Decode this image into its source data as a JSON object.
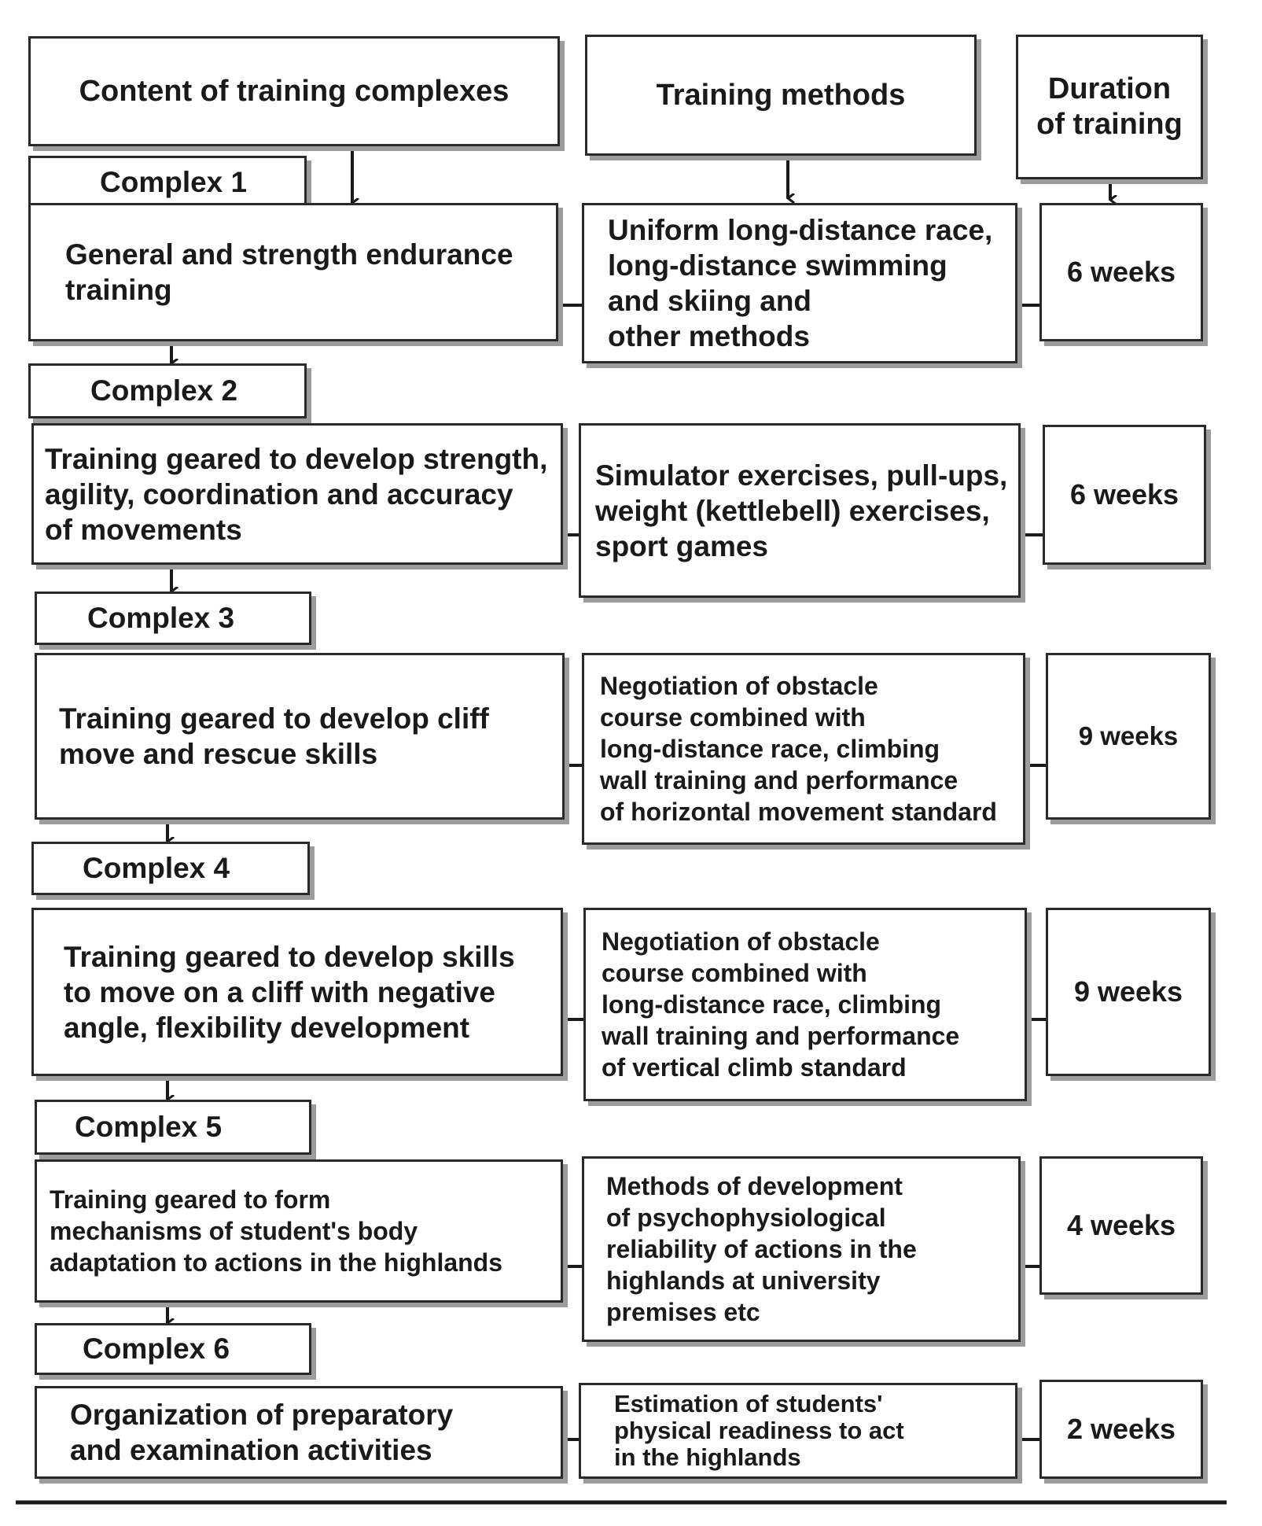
{
  "headers": {
    "content": "Content of training complexes",
    "methods": "Training methods",
    "duration": "Duration\nof training"
  },
  "complexes": [
    {
      "label": "Complex 1",
      "content": "General and strength endurance\ntraining",
      "methods": "Uniform long-distance race,\nlong-distance swimming\nand skiing and\nother methods",
      "duration": "6 weeks"
    },
    {
      "label": "Complex 2",
      "content": "Training geared to develop strength,\nagility, coordination and accuracy\nof movements",
      "methods": "Simulator exercises, pull-ups,\nweight (kettlebell)  exercises,\nsport games",
      "duration": "6 weeks"
    },
    {
      "label": "Complex 3",
      "content": "Training geared to develop cliff\nmove and rescue skills",
      "methods": "Negotiation of obstacle\ncourse combined with\nlong-distance race, climbing\nwall training and performance\nof horizontal movement standard",
      "duration": "9 weeks"
    },
    {
      "label": "Complex 4",
      "content": "Training geared to develop skills\nto move on a cliff with negative\nangle, flexibility development",
      "methods": "Negotiation of obstacle\ncourse combined with\nlong-distance race, climbing\nwall training and performance\nof vertical climb standard",
      "duration": "9 weeks"
    },
    {
      "label": "Complex 5",
      "content": "Training geared to form\nmechanisms of student's body\nadaptation to actions in the highlands",
      "methods": " Methods of development\nof psychophysiological\nreliability of actions in the\nhighlands at university\npremises etc",
      "duration": "4 weeks"
    },
    {
      "label": "Complex 6",
      "content": "Organization of preparatory\nand examination activities",
      "methods": "Estimation of students'\nphysical readiness to act\nin the highlands",
      "duration": "2 weeks"
    }
  ]
}
